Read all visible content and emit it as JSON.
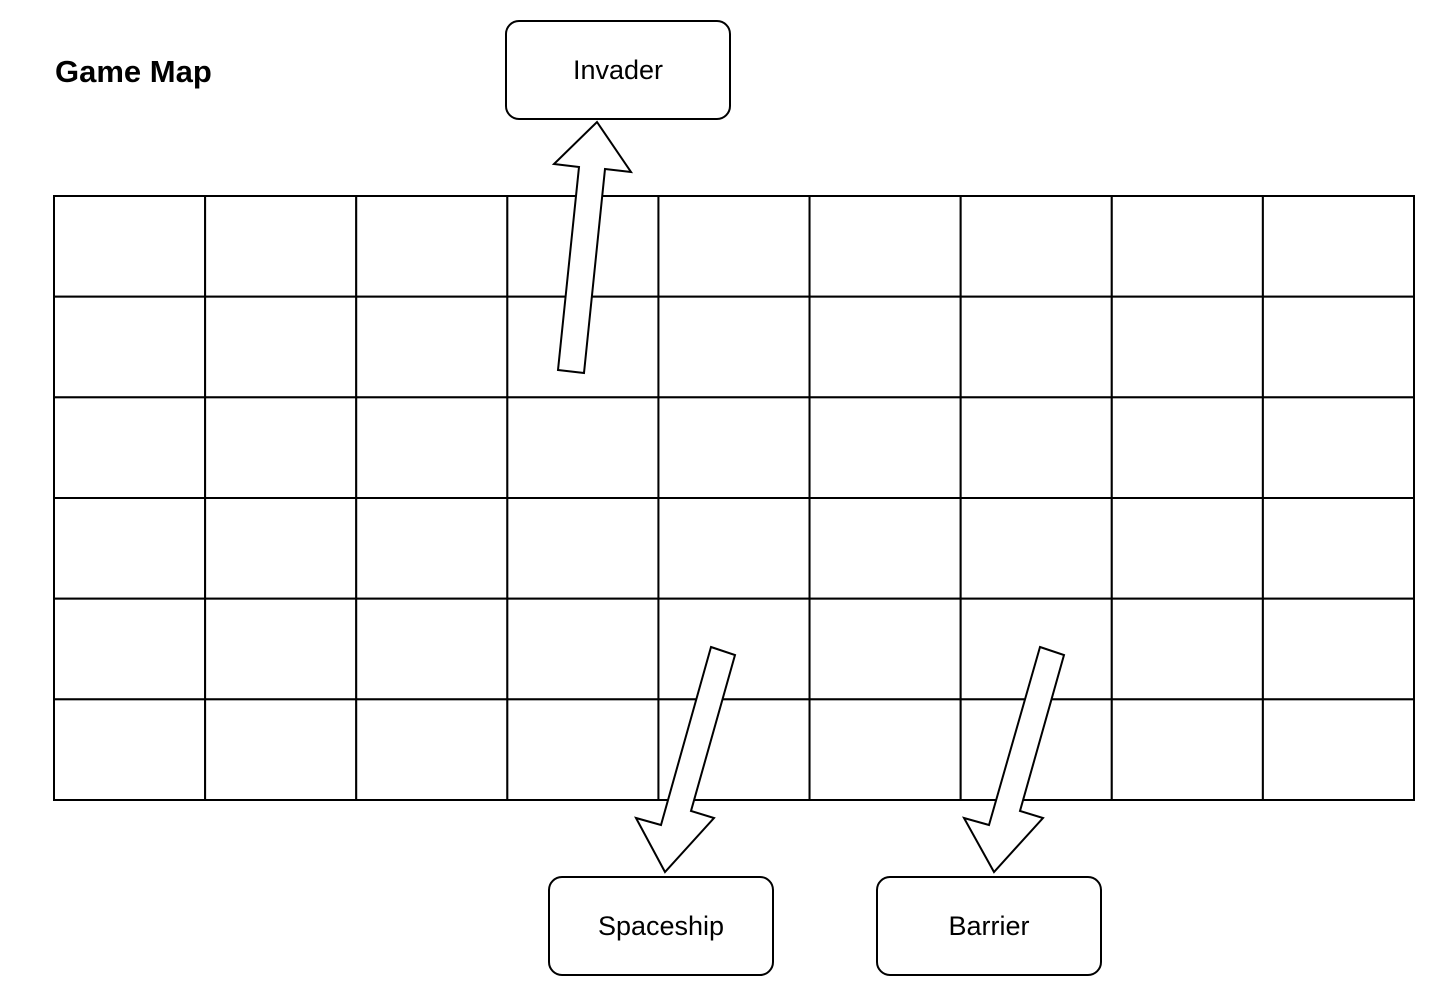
{
  "title": "Game Map",
  "grid": {
    "rows": 6,
    "columns": 9
  },
  "labels": {
    "invader": "Invader",
    "spaceship": "Spaceship",
    "barrier": "Barrier"
  },
  "colors": {
    "line": "#000000",
    "background": "#ffffff",
    "arrow_fill": "#ffffff"
  }
}
